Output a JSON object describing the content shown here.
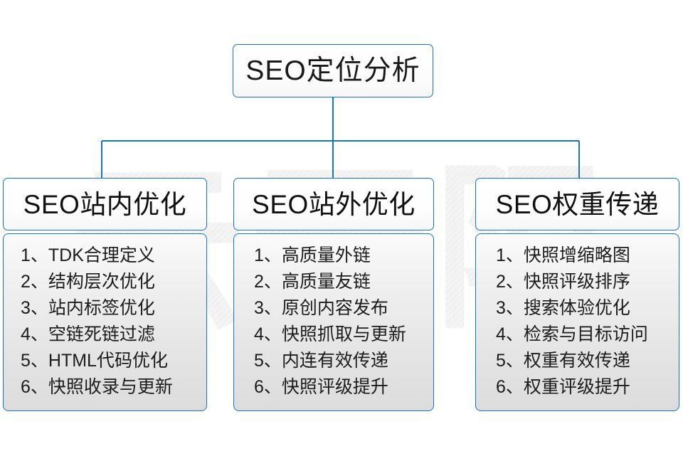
{
  "diagram": {
    "root": {
      "label": "SEO定位分析"
    },
    "watermark_text": "云无限",
    "accent_color": "#1874c4",
    "columns": [
      {
        "header": "SEO站内优化",
        "items": [
          "1、TDK合理定义",
          "2、结构层次优化",
          "3、站内标签优化",
          "4、空链死链过滤",
          "5、HTML代码优化",
          "6、快照收录与更新"
        ]
      },
      {
        "header": "SEO站外优化",
        "items": [
          "1、高质量外链",
          "2、高质量友链",
          "3、原创内容发布",
          "4、快照抓取与更新",
          "5、内连有效传递",
          "6、快照评级提升"
        ]
      },
      {
        "header": "SEO权重传递",
        "items": [
          "1、快照增缩略图",
          "2、快照评级排序",
          "3、搜索体验优化",
          "4、检索与目标访问",
          "5、权重有效传递",
          "6、权重评级提升"
        ]
      }
    ]
  }
}
